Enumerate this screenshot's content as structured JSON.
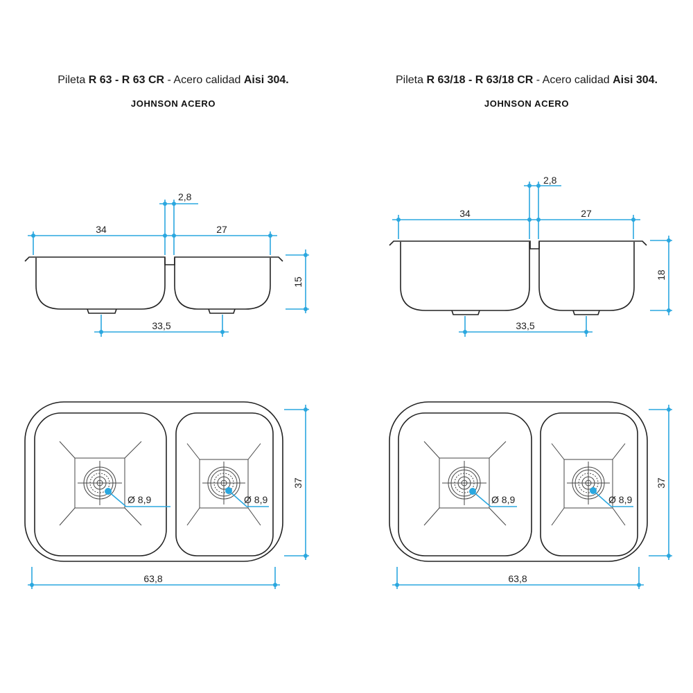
{
  "left": {
    "title_prefix": "Pileta ",
    "title_models": "R 63 - R 63 CR",
    "title_mid": " - Acero calidad ",
    "title_grade": "Aisi 304.",
    "brand": "JOHNSON ACERO",
    "dims": {
      "bowl_large_width": "34",
      "divider_width": "2,8",
      "bowl_small_width": "27",
      "depth": "15",
      "drain_spacing": "33,5",
      "length": "37",
      "overall_width": "63,8",
      "drain_large": "Ø 8,9",
      "drain_small": "Ø 8,9"
    }
  },
  "right": {
    "title_prefix": "Pileta ",
    "title_models": "R 63/18 - R 63/18 CR",
    "title_mid": " - Acero calidad ",
    "title_grade": "Aisi 304.",
    "brand": "JOHNSON ACERO",
    "dims": {
      "bowl_large_width": "34",
      "divider_width": "2,8",
      "bowl_small_width": "27",
      "depth": "18",
      "drain_spacing": "33,5",
      "length": "37",
      "overall_width": "63,8",
      "drain_large": "Ø 8,9",
      "drain_small": "Ø 8,9"
    }
  },
  "colors": {
    "dimension_line": "#2aa7df",
    "outline": "#222222"
  }
}
